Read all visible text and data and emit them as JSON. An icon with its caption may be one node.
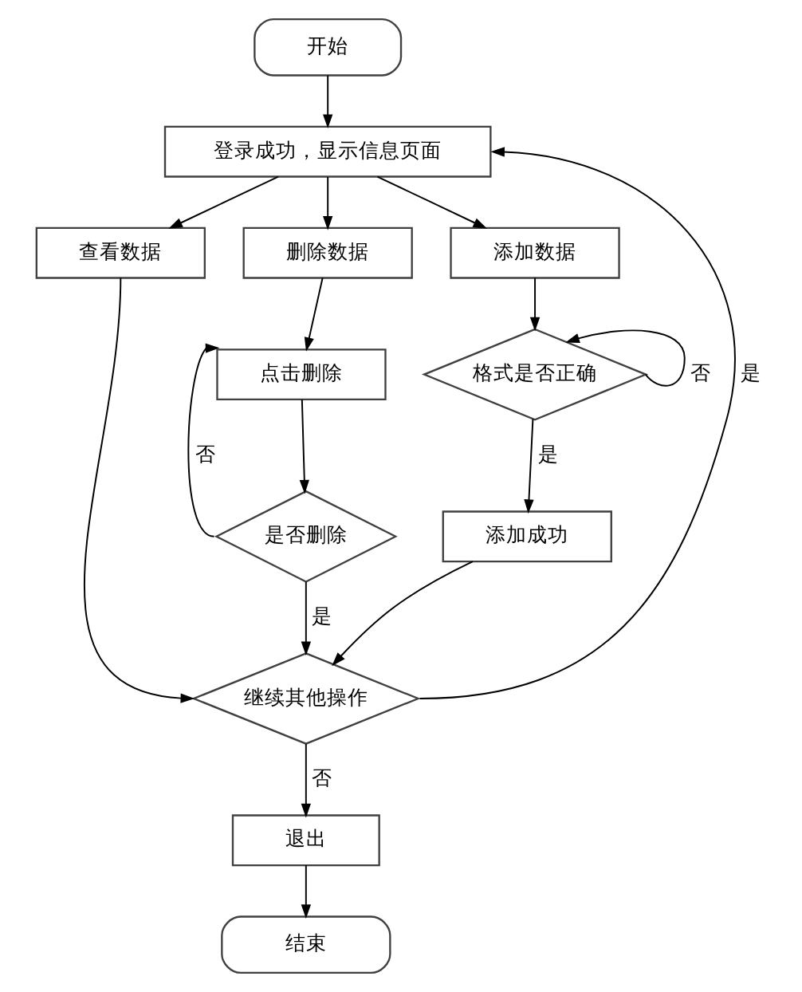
{
  "diagram": {
    "nodes": [
      {
        "text": [
          "开始"
        ]
      },
      {
        "text": [
          "登录成功，显示信息页面"
        ]
      },
      {
        "text": [
          "查看数据"
        ]
      },
      {
        "text": [
          "删除数据"
        ]
      },
      {
        "text": [
          "添加数据"
        ]
      },
      {
        "text": [
          "点击删除"
        ]
      },
      {
        "text": [
          "是否删除"
        ]
      },
      {
        "text": [
          "格式是否正确"
        ]
      },
      {
        "text": [
          "添加成功"
        ]
      },
      {
        "text": [
          "继续其他操作"
        ]
      },
      {
        "text": [
          "退出"
        ]
      },
      {
        "text": [
          "结束"
        ]
      }
    ],
    "edges": [
      {
        "from": 0,
        "to": 1,
        "arrow": "to"
      },
      {
        "from": 1,
        "to": 2,
        "arrow": "to"
      },
      {
        "from": 1,
        "to": 3,
        "arrow": "to"
      },
      {
        "from": 1,
        "to": 4,
        "arrow": "to"
      },
      {
        "from": 3,
        "to": 5,
        "arrow": "to"
      },
      {
        "from": 5,
        "to": 6,
        "arrow": "to"
      },
      {
        "from": 6,
        "to": 5,
        "arrow": "to",
        "label": "否"
      },
      {
        "from": 6,
        "to": 9,
        "arrow": "to",
        "label": "是"
      },
      {
        "from": 4,
        "to": 7,
        "arrow": "to"
      },
      {
        "from": 7,
        "to": 7,
        "arrow": "to",
        "label": "否"
      },
      {
        "from": 7,
        "to": 8,
        "arrow": "to",
        "label": "是"
      },
      {
        "from": 8,
        "to": 9,
        "arrow": "to"
      },
      {
        "from": 2,
        "to": 9,
        "arrow": "to"
      },
      {
        "from": 9,
        "to": 1,
        "arrow": "to",
        "label": "是"
      },
      {
        "from": 9,
        "to": 10,
        "arrow": "to",
        "label": "否"
      },
      {
        "from": 10,
        "to": 11,
        "arrow": "to"
      }
    ]
  }
}
